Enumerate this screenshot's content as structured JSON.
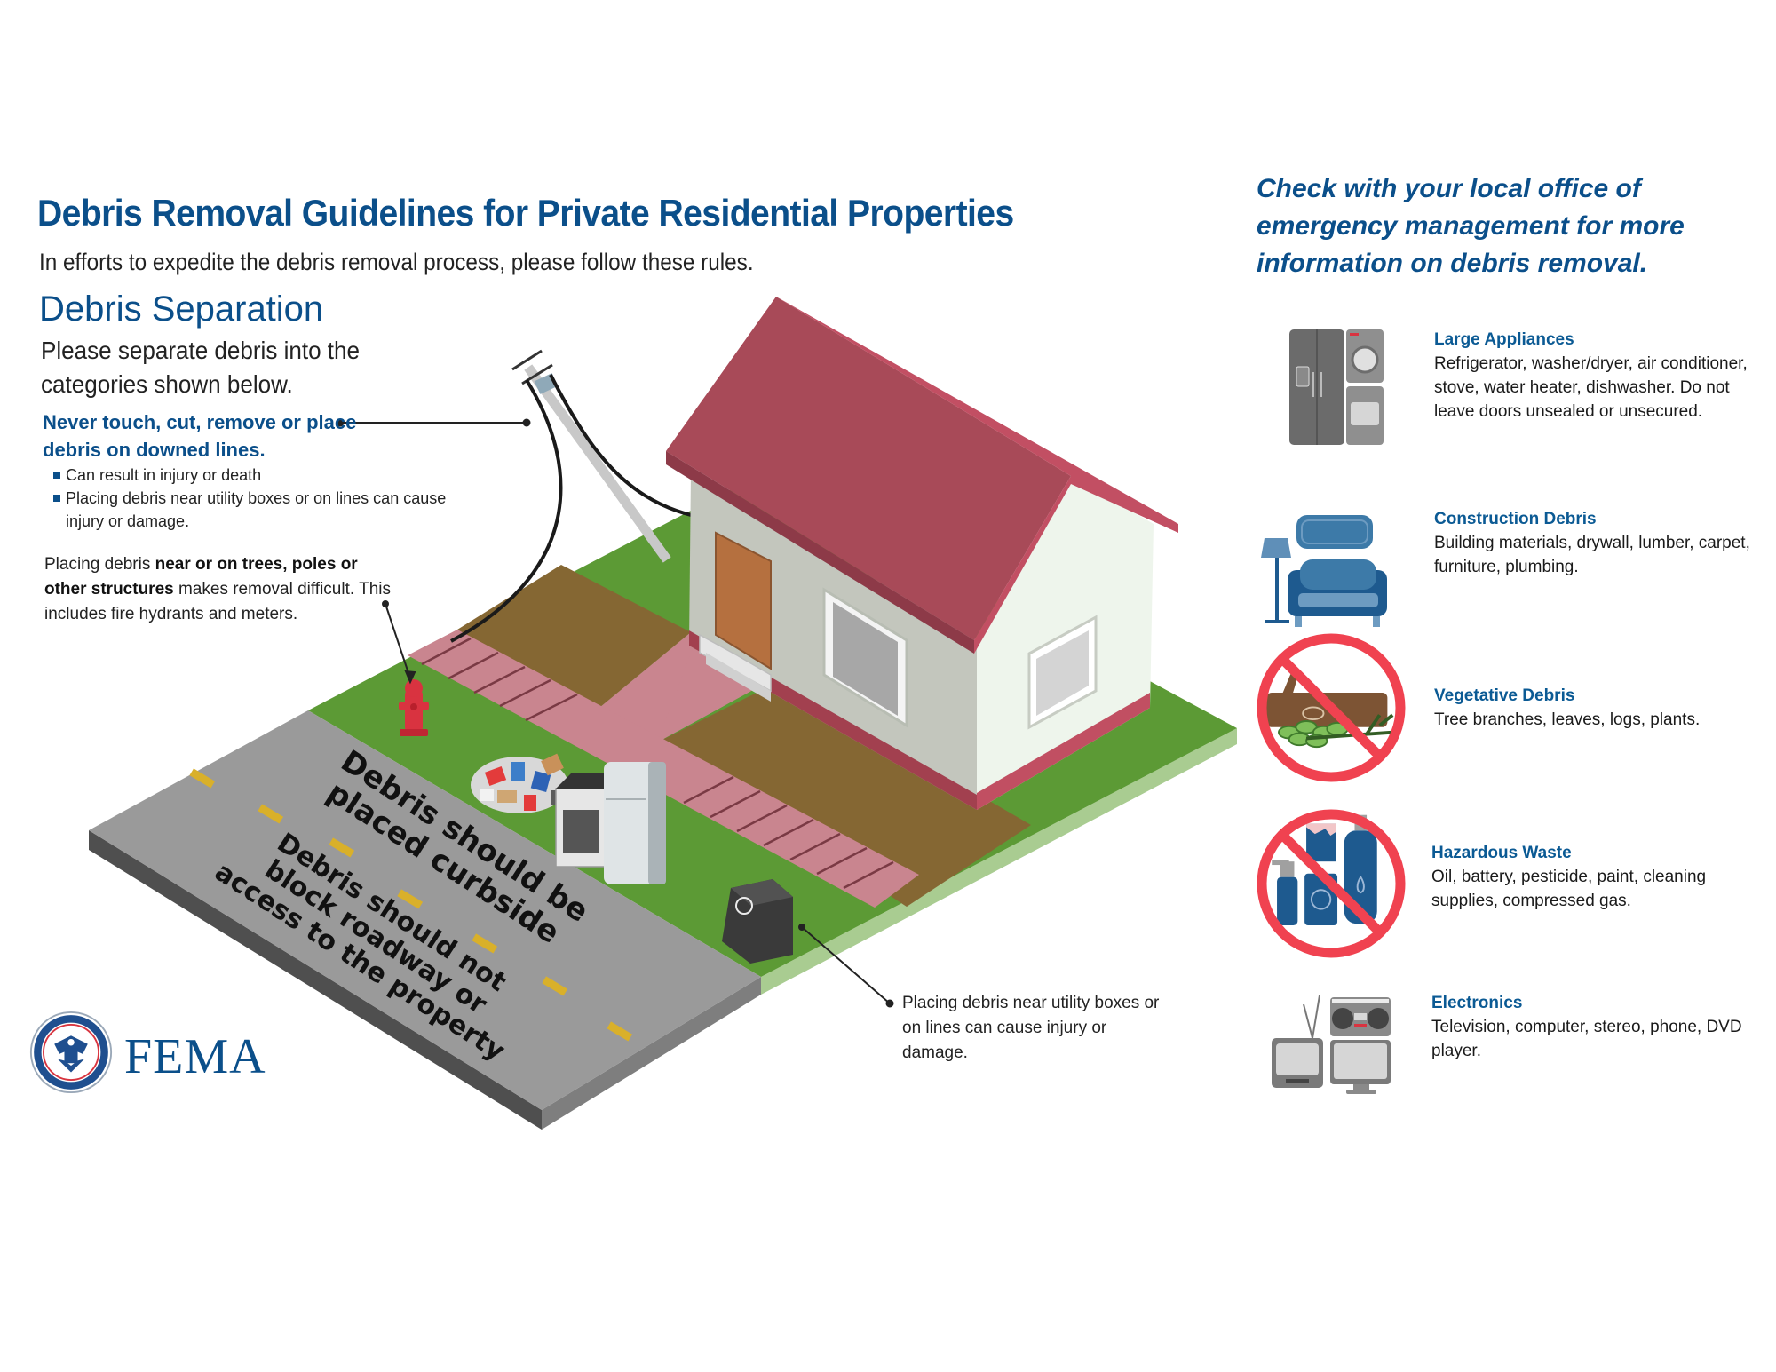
{
  "header": {
    "title": "Debris Removal Guidelines for Private Residential Properties",
    "subtitle": "In efforts to expedite the debris removal process, please follow these rules."
  },
  "separation": {
    "heading": "Debris Separation",
    "body": "Please separate debris into the categories shown below.",
    "warning_heading": "Never touch, cut, remove or place debris on downed lines.",
    "bullets": [
      "Can result in injury or death",
      "Placing debris near utility boxes or on lines can cause injury or damage."
    ],
    "tree_note_pre": "Placing debris ",
    "tree_note_bold": "near or on trees, poles or other structures",
    "tree_note_post": " makes removal difficult. This includes fire hydrants and meters."
  },
  "scene": {
    "road_text_1_line1": "Debris should be",
    "road_text_1_line2": "placed curbside",
    "road_text_2_line1": "Debris should not",
    "road_text_2_line2": "block roadway or",
    "road_text_2_line3": "access to the property",
    "utility_box_note": "Placing debris near utility boxes or on lines can cause injury or damage."
  },
  "sidebar": {
    "check_note": "Check with your local office of emergency management for more information on debris removal.",
    "categories": [
      {
        "name": "Large Appliances",
        "desc": "Refrigerator, washer/dryer, air conditioner, stove, water heater, dishwasher. Do not leave doors unsealed  or unsecured.",
        "icon": "appliances-icon",
        "prohibited": false
      },
      {
        "name": "Construction Debris",
        "desc": "Building materials, drywall, lumber, carpet, furniture, plumbing.",
        "icon": "furniture-icon",
        "prohibited": false
      },
      {
        "name": "Vegetative Debris",
        "desc": "Tree branches, leaves, logs, plants.",
        "icon": "log-leaves-icon",
        "prohibited": true
      },
      {
        "name": "Hazardous Waste",
        "desc": "Oil, battery, pesticide, paint, cleaning supplies, compressed gas.",
        "icon": "chemicals-icon",
        "prohibited": true
      },
      {
        "name": "Electronics",
        "desc": "Television, computer, stereo, phone, DVD player.",
        "icon": "electronics-icon",
        "prohibited": false
      }
    ]
  },
  "footer": {
    "agency": "FEMA"
  },
  "colors": {
    "brand_blue": "#0b4f8a",
    "prohibited_red": "#f04250",
    "roof": "#a84a58",
    "lawn": "#5c9a35",
    "dirt": "#856733",
    "walkway": "#c9858f",
    "road": "#9a9a9a"
  }
}
